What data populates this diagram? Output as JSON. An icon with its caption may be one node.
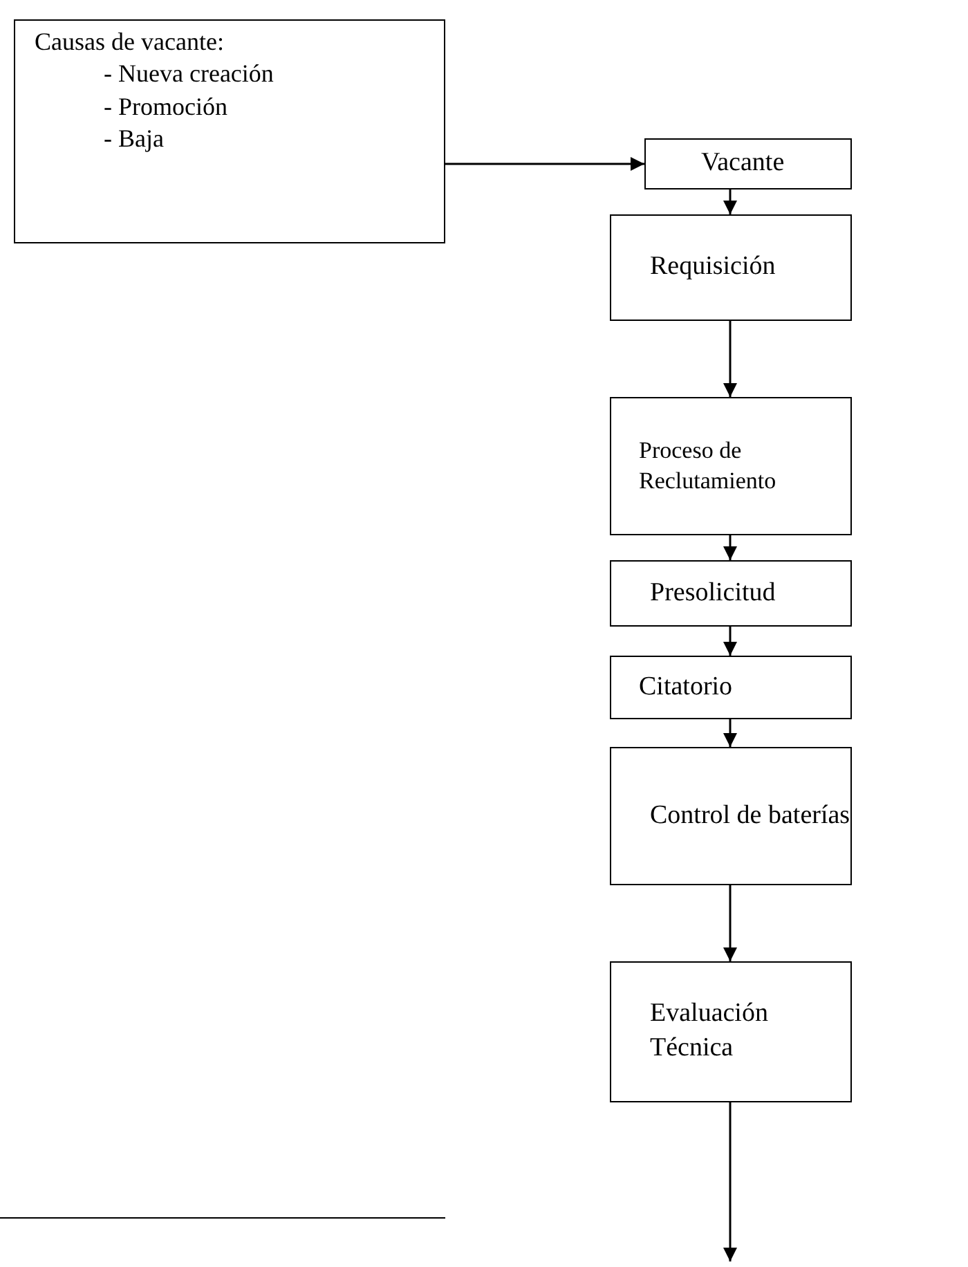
{
  "diagram": {
    "nodes": [
      {
        "text": [
          "Causas de vacante:",
          "- Nueva creación",
          "- Promoción",
          "- Baja"
        ]
      },
      {
        "text": [
          "Vacante"
        ]
      },
      {
        "text": [
          "Requisición"
        ]
      },
      {
        "text": [
          "Proceso de Reclutamiento"
        ]
      },
      {
        "text": [
          "Presolicitud"
        ]
      },
      {
        "text": [
          "Citatorio"
        ]
      },
      {
        "text": [
          "Control de baterías"
        ]
      },
      {
        "text": [
          "Evaluación Técnica"
        ]
      }
    ],
    "edges": [
      {
        "from": 0,
        "to": 1,
        "arrow": "to"
      },
      {
        "from": 1,
        "to": 2,
        "arrow": "to"
      },
      {
        "from": 2,
        "to": 3,
        "arrow": "to"
      },
      {
        "from": 3,
        "to": 4,
        "arrow": "to"
      },
      {
        "from": 4,
        "to": 5,
        "arrow": "to"
      },
      {
        "from": 5,
        "to": 6,
        "arrow": "to"
      },
      {
        "from": 6,
        "to": 7,
        "arrow": "to"
      },
      {
        "from": 7,
        "to": null,
        "arrow": "to"
      }
    ]
  }
}
